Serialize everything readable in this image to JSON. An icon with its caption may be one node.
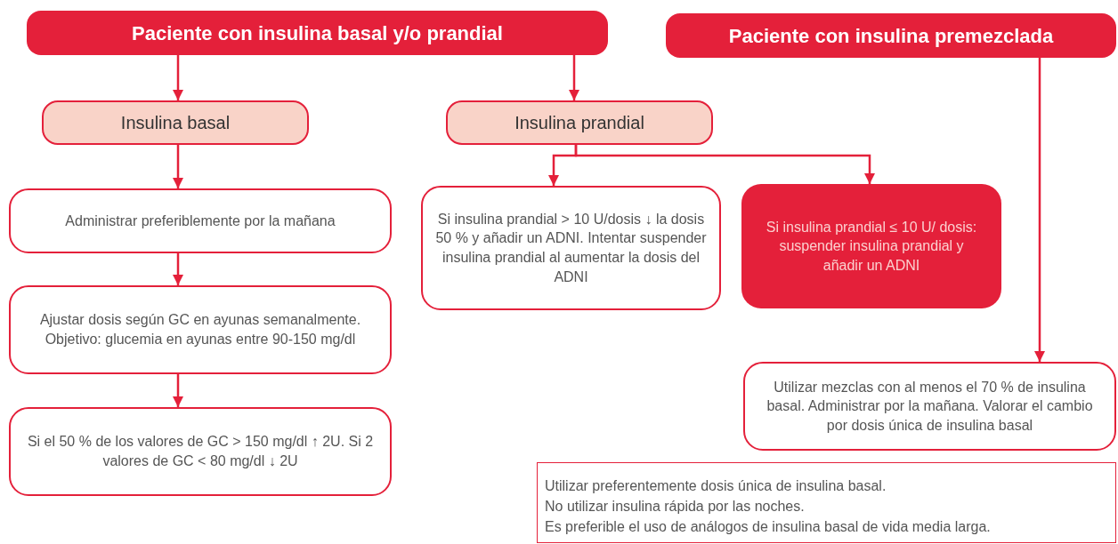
{
  "diagram": {
    "nodes": [
      {
        "text": [
          "Paciente con insulina basal y/o prandial"
        ]
      },
      {
        "text": [
          "Paciente con insulina premezclada"
        ]
      },
      {
        "text": [
          "Insulina basal"
        ]
      },
      {
        "text": [
          "Insulina prandial"
        ]
      },
      {
        "text": [
          "Administrar preferiblemente por la mañana"
        ]
      },
      {
        "text": [
          "Ajustar dosis según GC en ayunas semanalmente. Objetivo: glucemia en ayunas entre 90-150 mg/dl"
        ]
      },
      {
        "text": [
          "Si el 50 % de los valores de GC > 150 mg/dl ↑ 2U. Si 2 valores de GC < 80 mg/dl ↓ 2U"
        ]
      },
      {
        "text": [
          "Si insulina prandial > 10 U/dosis ↓ la dosis 50 % y añadir un ADNI. Intentar suspender insulina prandial al aumentar la dosis del ADNI"
        ]
      },
      {
        "text": [
          "Si insulina prandial ≤ 10 U/ dosis: suspender insulina prandial y añadir un ADNI"
        ]
      },
      {
        "text": [
          "Utilizar mezclas con al menos el 70 % de insulina basal. Administrar por la mañana. Valorar el cambio por dosis única de insulina basal"
        ]
      },
      {
        "text": [
          "Utilizar preferentemente dosis única de insulina basal.",
          "No utilizar insulina rápida por las noches.",
          "Es preferible el uso de análogos de insulina basal de vida media larga."
        ]
      }
    ],
    "edges": [
      {
        "from": 0,
        "to": 2,
        "arrow": "to"
      },
      {
        "from": 0,
        "to": 3,
        "arrow": "to"
      },
      {
        "from": 2,
        "to": 4,
        "arrow": "to"
      },
      {
        "from": 4,
        "to": 5,
        "arrow": "to"
      },
      {
        "from": 5,
        "to": 6,
        "arrow": "to"
      },
      {
        "from": 3,
        "to": 7,
        "arrow": "to"
      },
      {
        "from": 3,
        "to": 8,
        "arrow": "to"
      },
      {
        "from": 1,
        "to": 9,
        "arrow": "to"
      }
    ]
  }
}
